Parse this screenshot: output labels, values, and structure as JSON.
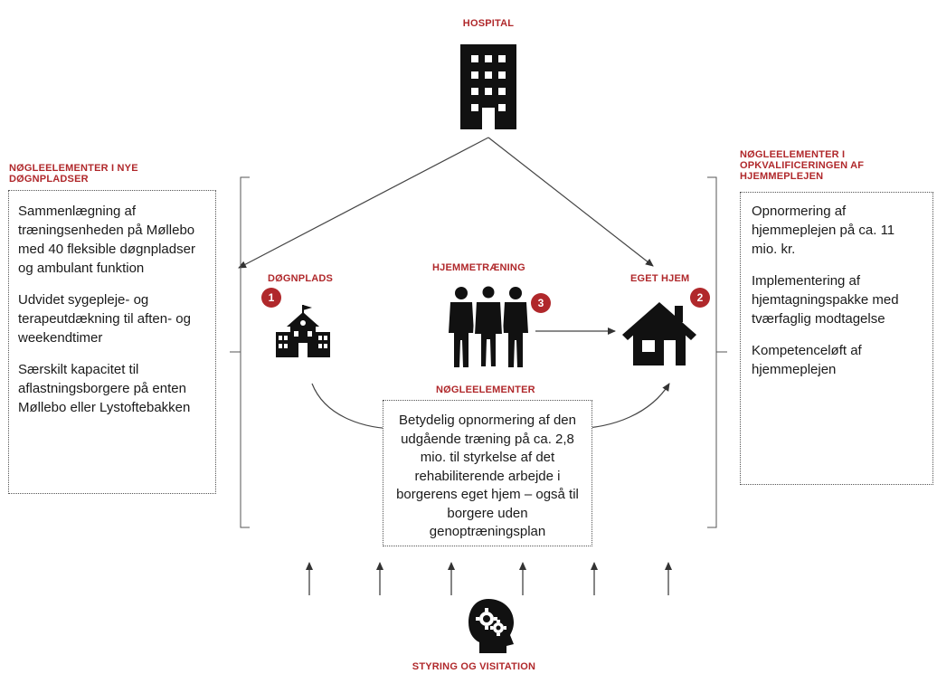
{
  "hospital": {
    "title": "HOSPITAL"
  },
  "left_panel": {
    "title": "NØGLEELEMENTER I NYE\nDØGNPLADSER",
    "items": [
      "Sammenlægning af træningsenheden på Møllebo med 40 fleksible døgnpladser og ambulant funktion",
      "Udvidet sygepleje- og terapeutdækning til aften- og weekendtimer",
      "Særskilt kapacitet til aflastningsborgere på enten Møllebo eller Lystoftebakken"
    ]
  },
  "right_panel": {
    "title": "NØGLEELEMENTER I\nOPKVALIFICERINGEN AF\nHJEMMEPLEJEN",
    "items": [
      "Opnormering af hjemmeplejen på ca. 11 mio. kr.",
      "Implementering af hjemtagningspakke med tværfaglig modtagelse",
      "Kompetenceløft af hjemmeplejen"
    ]
  },
  "nodes": {
    "dognplads": {
      "label": "DØGNPLADS",
      "badge": "1"
    },
    "eget_hjem": {
      "label": "EGET HJEM",
      "badge": "2"
    },
    "hjemmetraening": {
      "label": "HJEMMETRÆNING",
      "badge": "3"
    }
  },
  "center_panel": {
    "title": "NØGLEELEMENTER",
    "text": "Betydelig opnormering af den udgående træning på ca. 2,8 mio. til styrkelse af det rehabiliterende arbejde i borgerens eget hjem – også til borgere uden genoptræningsplan"
  },
  "footer": {
    "label": "STYRING OG VISITATION"
  },
  "colors": {
    "accent": "#b0282b",
    "icon": "#111111",
    "line": "#444444"
  },
  "icons": [
    "building-icon",
    "school-icon",
    "people-group-icon",
    "house-icon",
    "head-gears-icon"
  ]
}
